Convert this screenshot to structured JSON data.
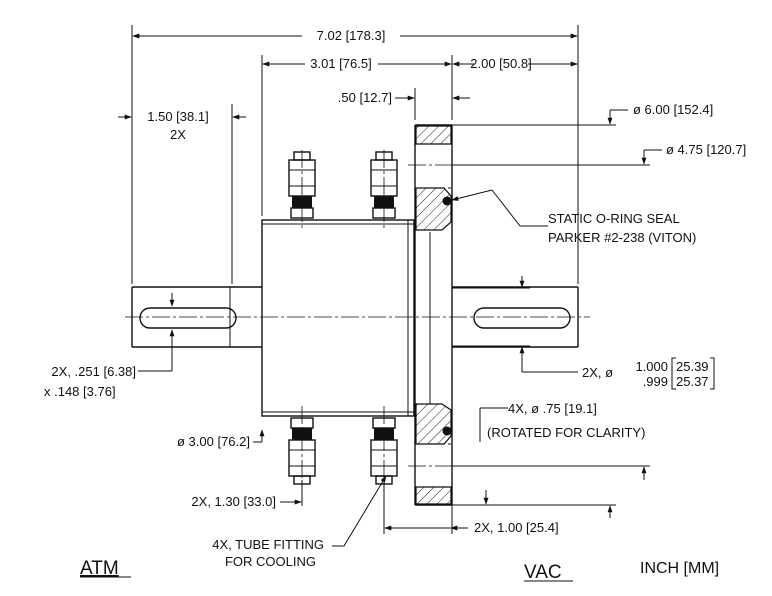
{
  "dimensions": {
    "overall_length": "7.02 [178.3]",
    "body_length": "3.01 [76.5]",
    "vac_shaft_length": "2.00 [50.8]",
    "flange_thickness": ".50 [12.7]",
    "atm_shaft_length": "1.50 [38.1]",
    "atm_shaft_qty": "2X",
    "flange_od": "ø 6.00 [152.4]",
    "bolt_circle": "ø 4.75 [120.7]",
    "keyway_width": "2X, .251 [6.38]",
    "keyway_depth": "x  .148 [3.76]",
    "shaft_dia_prefix": "2X, ø",
    "shaft_dia_upper": "1.000",
    "shaft_dia_lower": ".999",
    "shaft_dia_mm_upper": "25.39",
    "shaft_dia_mm_lower": "25.37",
    "body_dia": "ø 3.00 [76.2]",
    "fitting_spacing": "2X, 1.30 [33.0]",
    "flange_offset": "2X, 1.00 [25.4]",
    "bolt_holes": "4X, ø .75 [19.1]",
    "bolt_holes_note": "(ROTATED FOR CLARITY)"
  },
  "notes": {
    "oring_line1": "STATIC O-RING SEAL",
    "oring_line2": "PARKER #2-238 (VITON)",
    "fitting_line1": "4X, TUBE FITTING",
    "fitting_line2": "FOR COOLING"
  },
  "labels": {
    "atm": "ATM",
    "vac": "VAC",
    "units": "INCH [MM]"
  }
}
